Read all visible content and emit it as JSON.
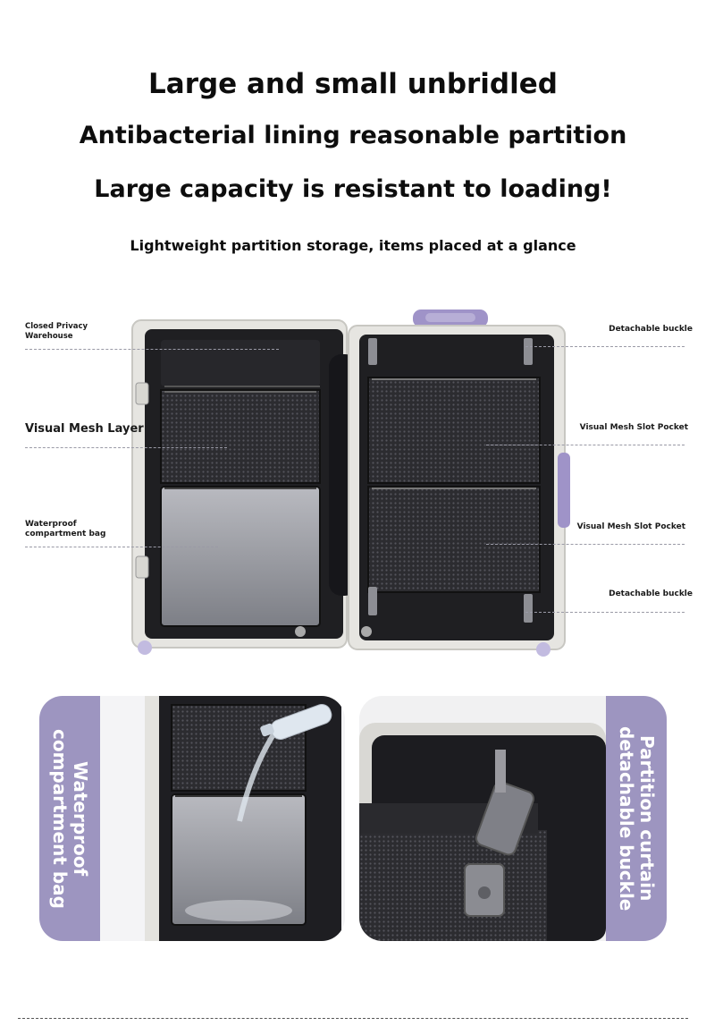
{
  "headlines": {
    "line1": "Large and small unbridled",
    "line2": "Antibacterial lining reasonable partition",
    "line3": "Large capacity is resistant to loading!",
    "subtitle": "Lightweight partition storage, items placed at a glance"
  },
  "callouts": {
    "closed_privacy_l1": "Closed Privacy",
    "closed_privacy_l2": "Warehouse",
    "visual_mesh_layer": "Visual Mesh Layer",
    "waterproof_l1": "Waterproof",
    "waterproof_l2": "compartment bag",
    "detachable_buckle_top": "Detachable buckle",
    "visual_mesh_slot_pocket_1": "Visual Mesh Slot Pocket",
    "visual_mesh_slot_pocket_2": "Visual Mesh Slot Pocket",
    "detachable_buckle_bottom": "Detachable buckle"
  },
  "panels": {
    "left_label": "Waterproof\ncompartment bag",
    "right_label": "Partition curtain\ndetachable buckle"
  },
  "colors": {
    "accent_purple": "#9d95c0",
    "handle_purple": "#9f93c8",
    "shell": "#e9e8e4",
    "lining": "#1f1f22",
    "mesh": "#3a3a3f"
  },
  "icons": {
    "suitcase": "open-suitcase-illustration",
    "bottle": "water-bottle-icon",
    "buckle": "buckle-icon"
  }
}
